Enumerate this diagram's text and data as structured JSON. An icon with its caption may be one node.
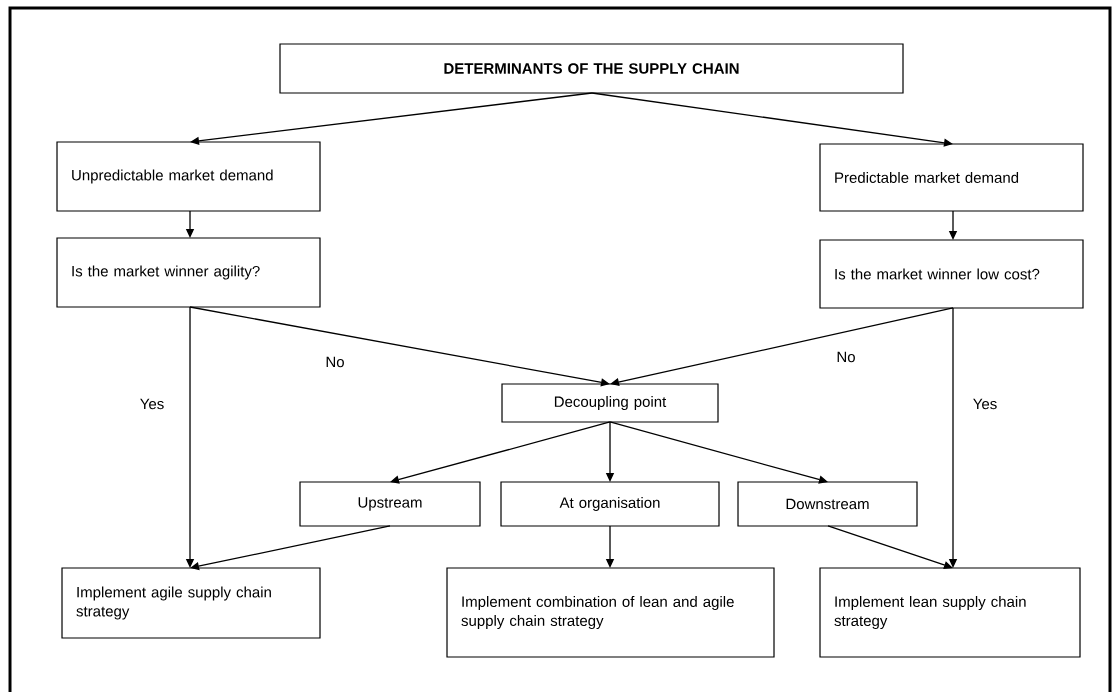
{
  "diagram": {
    "nodes": [
      {
        "text": [
          "DETERMINANTS OF THE SUPPLY CHAIN"
        ]
      },
      {
        "text": [
          "Unpredictable market demand"
        ]
      },
      {
        "text": [
          "Predictable market demand"
        ]
      },
      {
        "text": [
          "Is the market winner agility?"
        ]
      },
      {
        "text": [
          "Is the market winner low cost?"
        ]
      },
      {
        "text": [
          "Decoupling point"
        ]
      },
      {
        "text": [
          "Upstream"
        ]
      },
      {
        "text": [
          "At organisation"
        ]
      },
      {
        "text": [
          "Downstream"
        ]
      },
      {
        "text": [
          "Implement agile supply chain strategy"
        ]
      },
      {
        "text": [
          "Implement combination of lean and agile supply chain strategy"
        ]
      },
      {
        "text": [
          "Implement lean supply chain strategy"
        ]
      }
    ],
    "edges": [
      {
        "from": 0,
        "to": 1,
        "arrow": "to"
      },
      {
        "from": 0,
        "to": 2,
        "arrow": "to"
      },
      {
        "from": 1,
        "to": 3,
        "arrow": "to"
      },
      {
        "from": 2,
        "to": 4,
        "arrow": "to"
      },
      {
        "from": 3,
        "to": 5,
        "arrow": "to",
        "label": "No"
      },
      {
        "from": 4,
        "to": 5,
        "arrow": "to",
        "label": "No"
      },
      {
        "from": 3,
        "to": 9,
        "arrow": "to",
        "label": "Yes"
      },
      {
        "from": 4,
        "to": 11,
        "arrow": "to",
        "label": "Yes"
      },
      {
        "from": 5,
        "to": 6,
        "arrow": "to"
      },
      {
        "from": 5,
        "to": 7,
        "arrow": "to"
      },
      {
        "from": 5,
        "to": 8,
        "arrow": "to"
      },
      {
        "from": 6,
        "to": 9,
        "arrow": "to"
      },
      {
        "from": 7,
        "to": 10,
        "arrow": "to"
      },
      {
        "from": 8,
        "to": 11,
        "arrow": "to"
      }
    ]
  }
}
